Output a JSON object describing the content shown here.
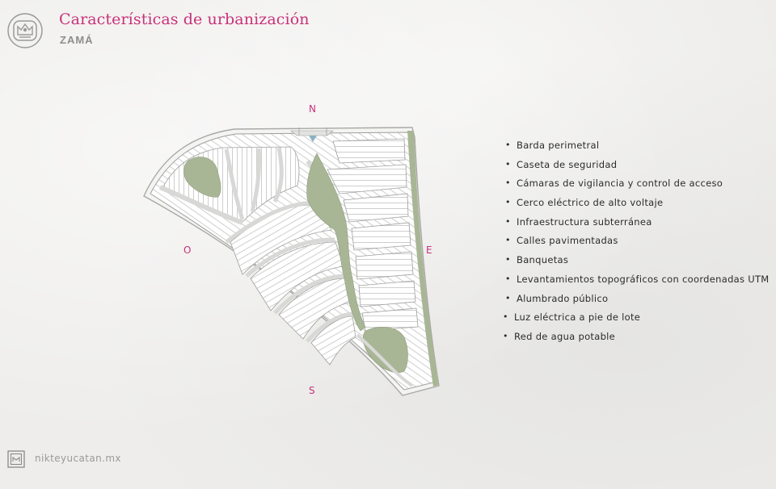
{
  "header": {
    "title": "Características de urbanización",
    "subtitle": "ZAMÁ",
    "logo_icon": "nikte-logo-icon"
  },
  "compass": {
    "north": "N",
    "south": "S",
    "east": "E",
    "west": "O"
  },
  "features": [
    {
      "label": "Barda perimetral"
    },
    {
      "label": "Caseta de seguridad"
    },
    {
      "label": "Cámaras de vigilancia y control de acceso"
    },
    {
      "label": "Cerco eléctrico de alto voltaje"
    },
    {
      "label": "Infraestructura subterránea"
    },
    {
      "label": "Calles pavimentadas"
    },
    {
      "label": "Banquetas"
    },
    {
      "label": "Levantamientos topográficos con coordenadas UTM"
    },
    {
      "label": "Alumbrado público"
    },
    {
      "label": "Luz eléctrica a pie de lote"
    },
    {
      "label": "Red de agua potable"
    }
  ],
  "footer": {
    "url": "nikteyucatan.mx",
    "icon": "nikte-small-logo-icon"
  },
  "colors": {
    "accent": "#c8317a",
    "green_area": "#a9b696",
    "lots": "#ffffff",
    "lot_lines": "#b9b9b9"
  }
}
